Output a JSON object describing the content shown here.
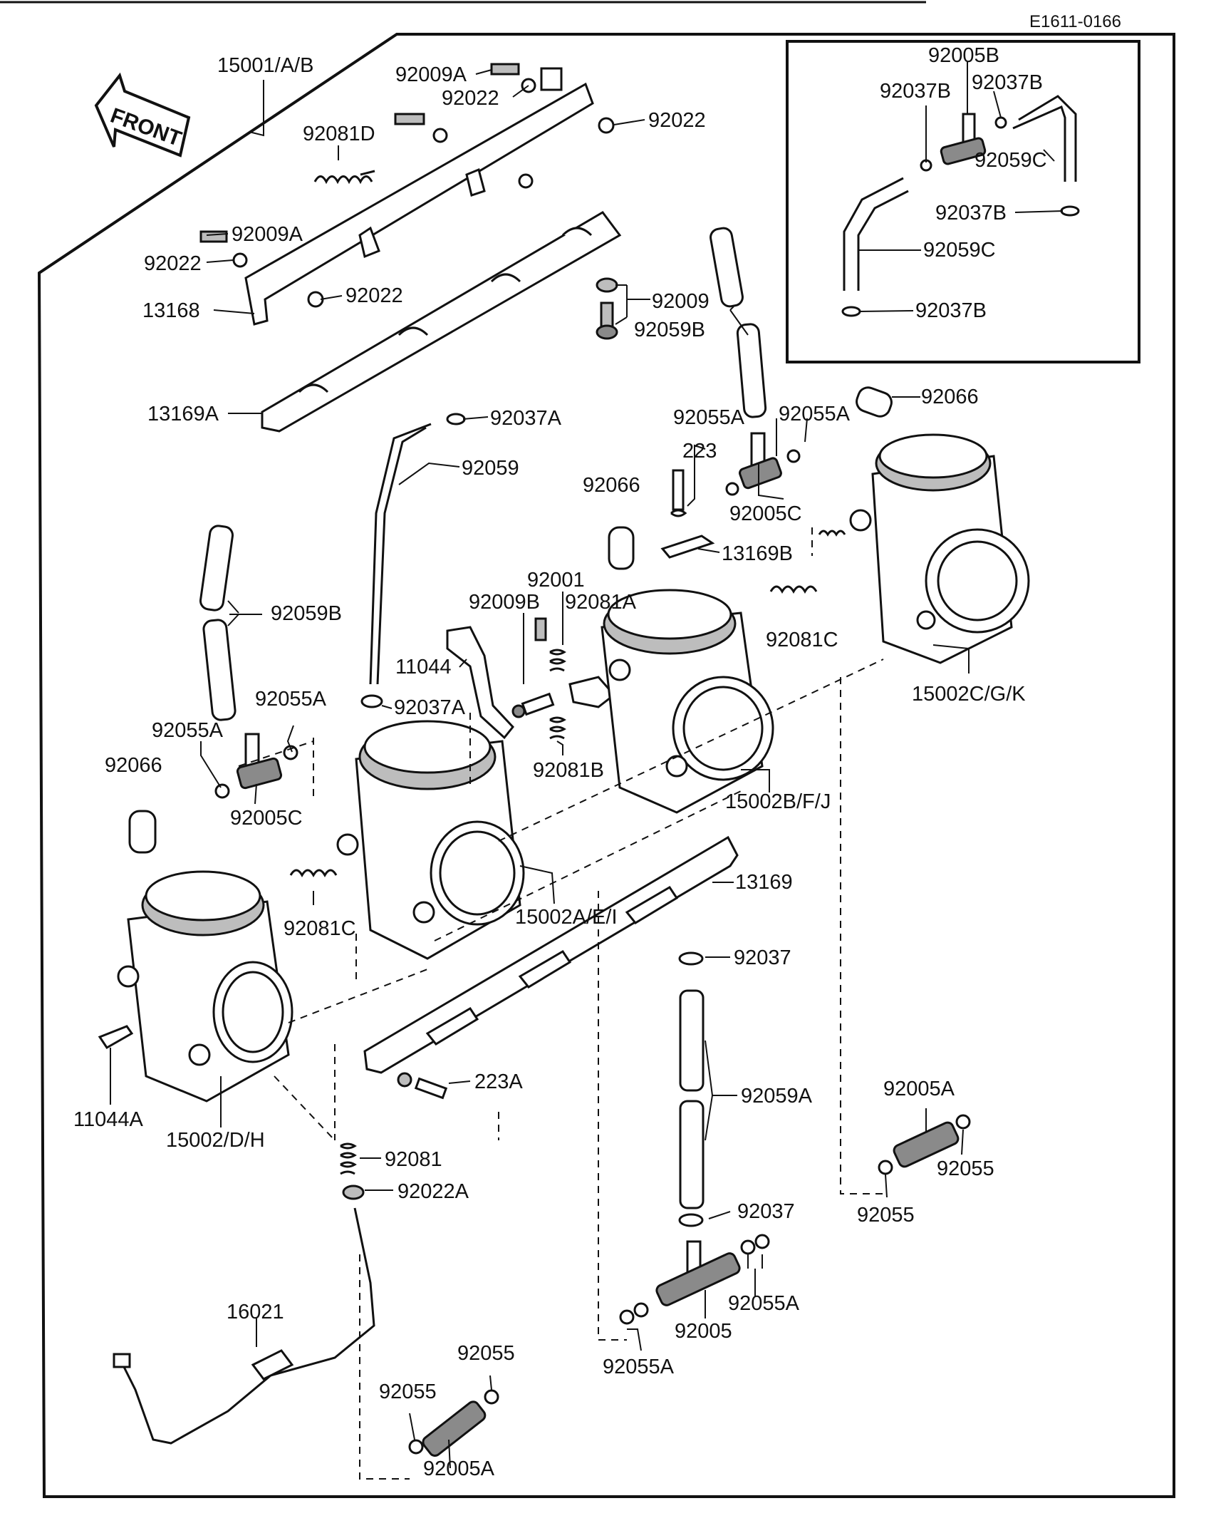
{
  "diagram_code": "E1611-0166",
  "front_marker": "FRONT",
  "labels": [
    "15001/A/B",
    "92009A",
    "92022",
    "92022",
    "92081D",
    "92009A",
    "92022",
    "92022",
    "13168",
    "92009",
    "92059B",
    "13169A",
    "92037A",
    "92059",
    "92055A",
    "92055A",
    "223",
    "92066",
    "92005C",
    "92066",
    "13169B",
    "92001",
    "92009B",
    "92081A",
    "92081C",
    "15002C/G/K",
    "92059B",
    "11044",
    "92037A",
    "92055A",
    "92055A",
    "92081B",
    "92066",
    "92005C",
    "15002B/F/J",
    "13169",
    "92081C",
    "15002A/E/I",
    "92037",
    "11044A",
    "15002/D/H",
    "223A",
    "92059A",
    "92005A",
    "92055",
    "92055",
    "92081",
    "92022A",
    "92037",
    "92055A",
    "92005",
    "92055A",
    "16021",
    "92055",
    "92055",
    "92005A",
    "92005B",
    "92037B",
    "92037B",
    "92059C",
    "92037B",
    "92059C",
    "92037B"
  ]
}
